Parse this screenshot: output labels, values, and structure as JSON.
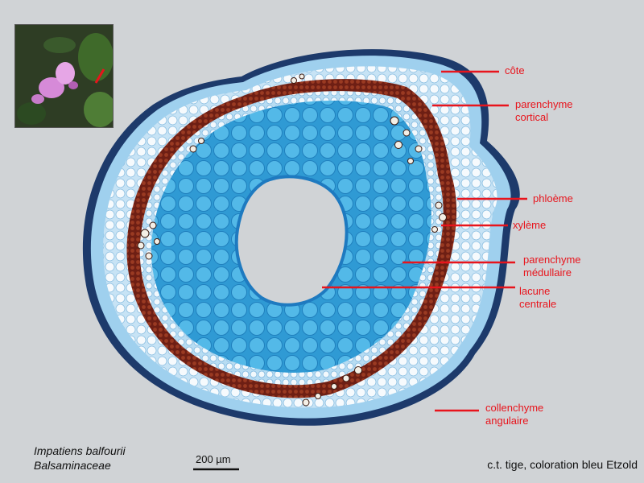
{
  "labels": {
    "cote": "côte",
    "parenchyme_cortical": [
      "parenchyme",
      "cortical"
    ],
    "phloeme": "phloème",
    "xyleme": "xylème",
    "parenchyme_medullaire": [
      "parenchyme",
      "médullaire"
    ],
    "lacune_centrale": [
      "lacune",
      "centrale"
    ],
    "collenchyme_angulaire": [
      "collenchyme",
      "angulaire"
    ]
  },
  "species": {
    "genus_species": "Impatiens balfourii",
    "family": "Balsaminaceae"
  },
  "scale_bar": "200 µm",
  "stain_caption": "c.t. tige, coloration bleu Etzold",
  "colors": {
    "background": "#d0d3d6",
    "label_red": "#e8141c",
    "epidermis": "#1d3a6b",
    "cortex": "#eef4fb",
    "collenchyme": "#9fd0ee",
    "sclerenchyma": "#7a2418",
    "medulla": "#39a8dc",
    "lacuna": "#d0d3d6"
  }
}
